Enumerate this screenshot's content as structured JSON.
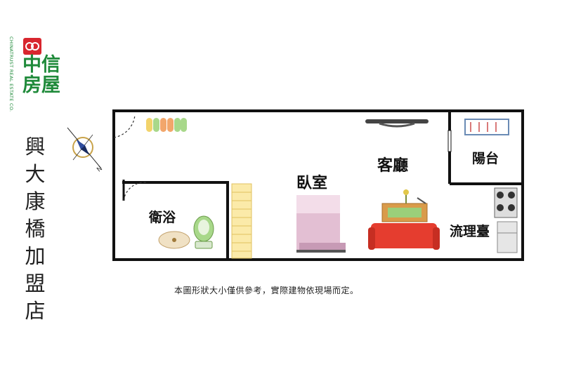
{
  "logo": {
    "text": "中信房屋",
    "english": "CHINATRUST REAL ESTATE CO.",
    "brand_red": "#d8262e",
    "brand_green": "#1f8a3a"
  },
  "store_name": "興大康橋加盟店",
  "compass": {
    "label": "N"
  },
  "rooms": {
    "living_room": "客廳",
    "bedroom": "臥室",
    "bathroom": "衛浴",
    "balcony": "陽台",
    "kitchen": "流理臺"
  },
  "disclaimer": "本圖形狀大小僅供參考，實際建物依現場而定。"
}
